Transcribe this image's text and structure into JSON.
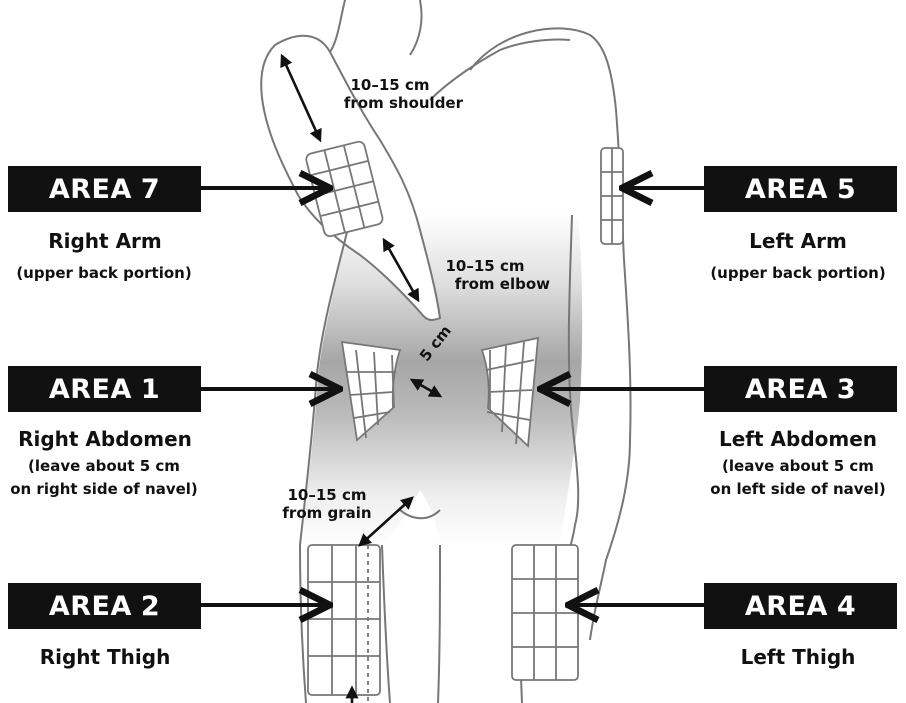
{
  "areas": {
    "a7": {
      "label": "AREA",
      "number": "7",
      "name": "Right Arm",
      "note": "(upper back portion)"
    },
    "a5": {
      "label": "AREA",
      "number": "5",
      "name": "Left Arm",
      "note": "(upper back portion)"
    },
    "a1": {
      "label": "AREA",
      "number": "1",
      "name": "Right Abdomen",
      "note_line1": "(leave about 5 cm",
      "note_line2": "on right side of navel)"
    },
    "a3": {
      "label": "AREA",
      "number": "3",
      "name": "Left Abdomen",
      "note_line1": "(leave about 5 cm",
      "note_line2": "on left side of navel)"
    },
    "a2": {
      "label": "AREA",
      "number": "2",
      "name": "Right Thigh"
    },
    "a4": {
      "label": "AREA",
      "number": "4",
      "name": "Left Thigh"
    }
  },
  "measurements": {
    "shoulder": {
      "line1": "10–15 cm",
      "line2": "from shoulder"
    },
    "elbow": {
      "line1": "10–15 cm",
      "line2": "from elbow"
    },
    "navel": {
      "text": "5 cm"
    },
    "grain": {
      "line1": "10–15 cm",
      "line2": "from grain"
    }
  },
  "colors": {
    "box_fill": "#111111",
    "box_text": "#ffffff",
    "shade": "#8a8a8a",
    "outline": "#777777"
  }
}
